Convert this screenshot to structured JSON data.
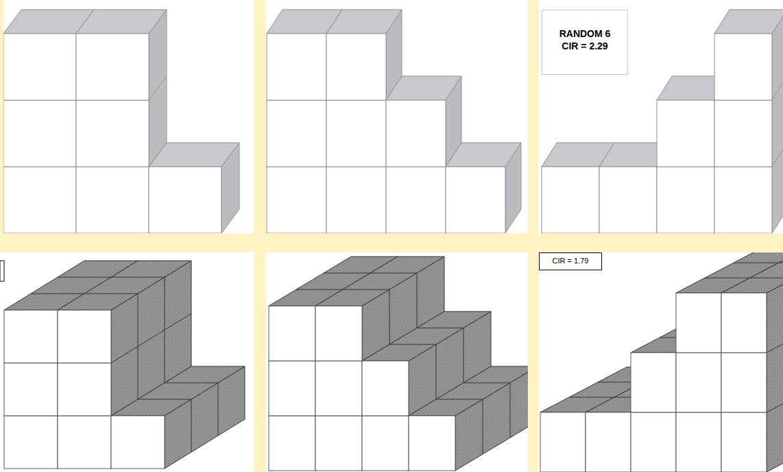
{
  "diagram": {
    "nodes": [
      {
        "text": [
          "RANDOM 6",
          "CIR = 2.29"
        ]
      },
      {
        "text": [
          "CIR = 1.79"
        ]
      }
    ]
  }
}
